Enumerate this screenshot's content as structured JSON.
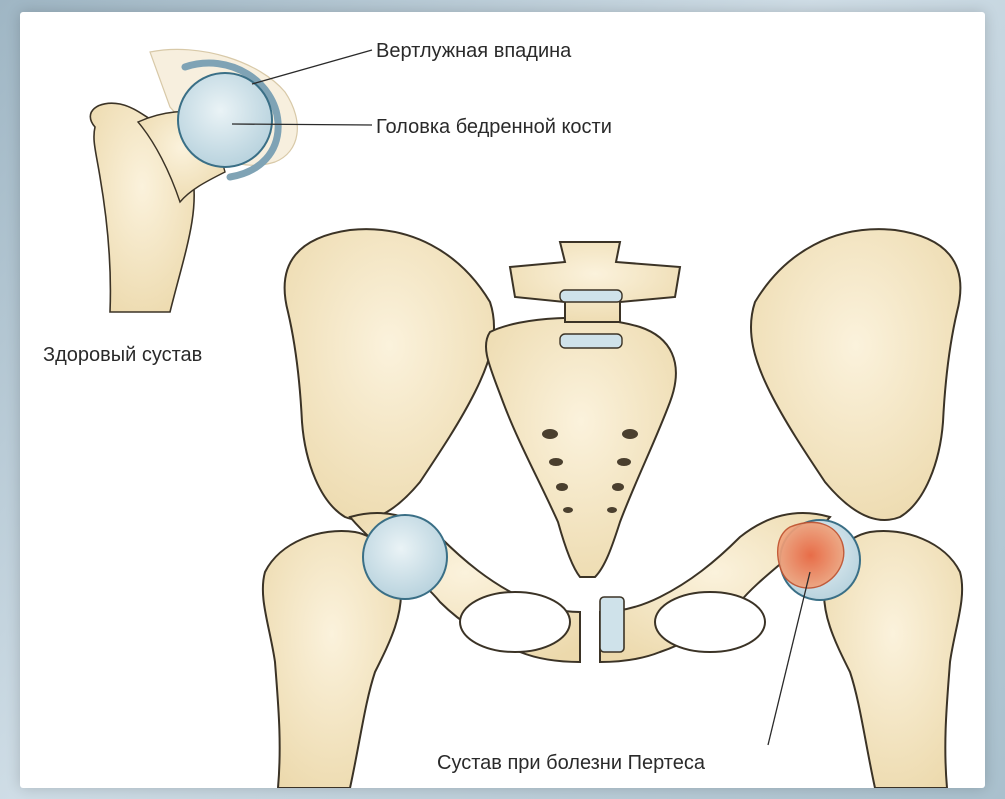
{
  "labels": {
    "acetabulum": "Вертлужная впадина",
    "femoral_head": "Головка бедренной кости",
    "healthy_joint": "Здоровый сустав",
    "perthes_joint": "Сустав при болезни Пертеса"
  },
  "colors": {
    "bone_fill": "#f5e8c9",
    "bone_outline": "#3b3326",
    "cartilage": "#cfe2ea",
    "lesion": "#e07a52",
    "background": "#ffffff"
  }
}
